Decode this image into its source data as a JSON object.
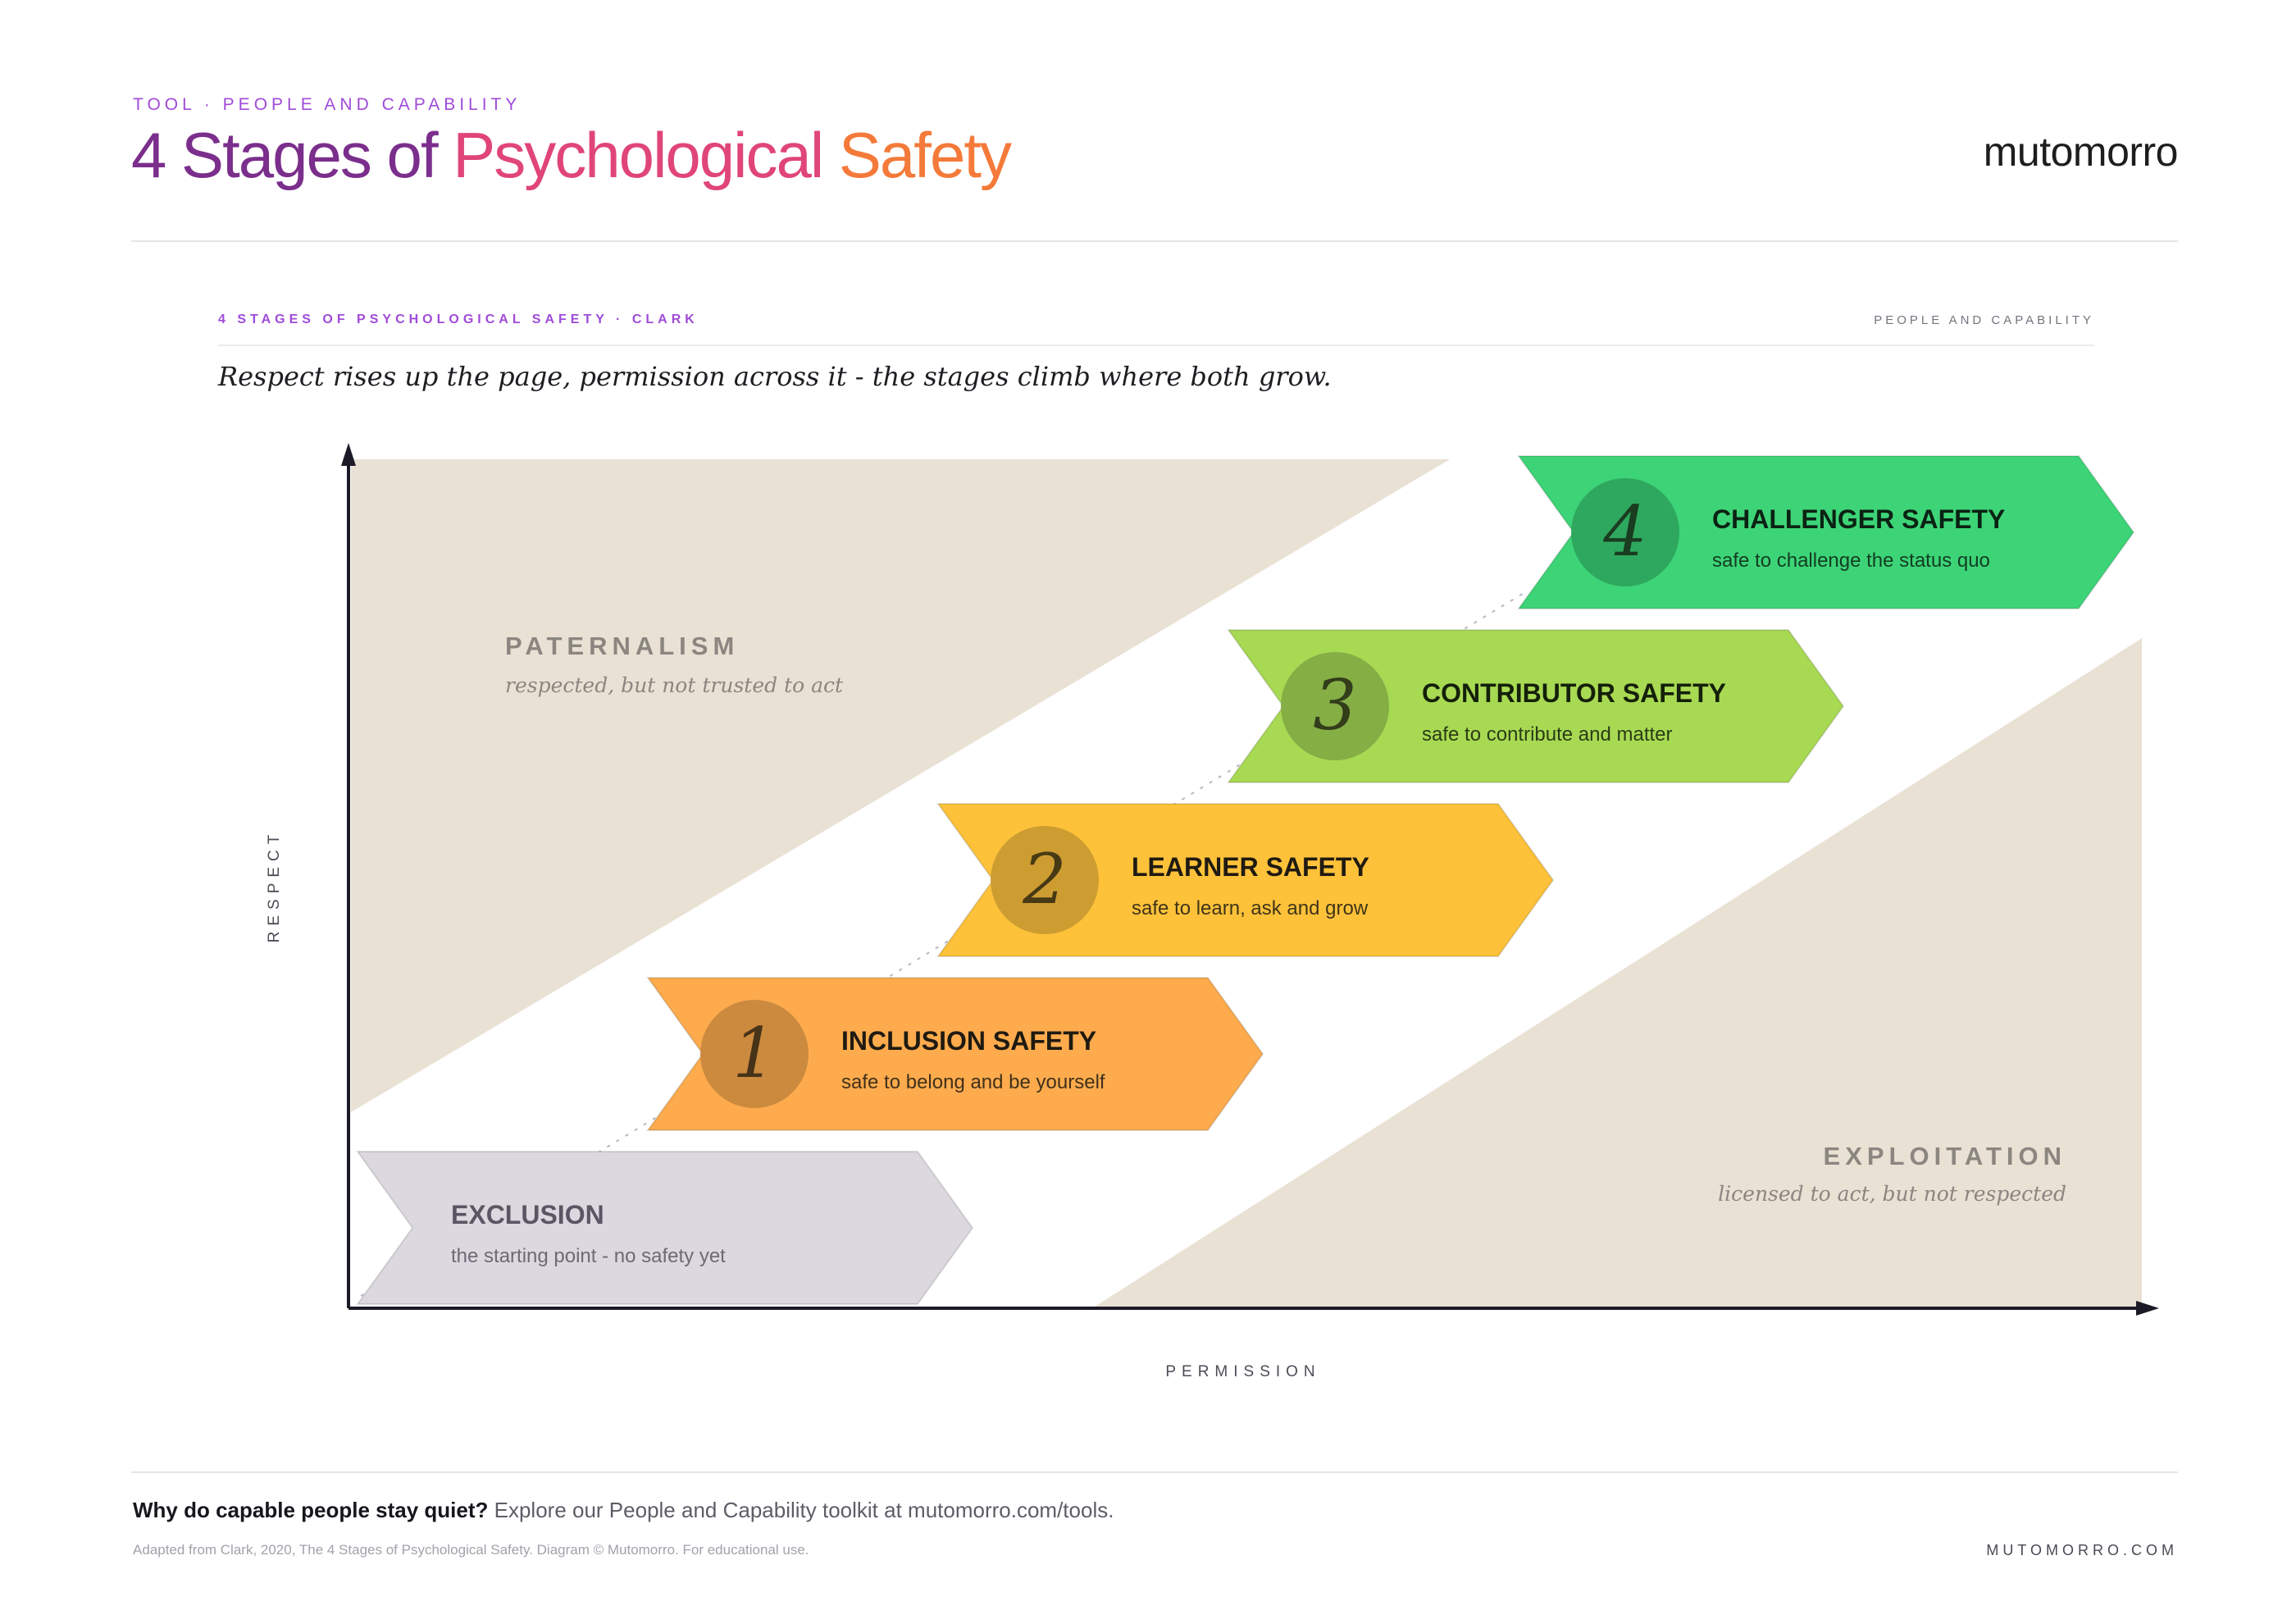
{
  "header": {
    "eyebrow": "TOOL · PEOPLE AND CAPABILITY",
    "title_parts": [
      "4 Stages of",
      "Psychological",
      "Safety"
    ],
    "brand": "mutomorro"
  },
  "card": {
    "head_left": "4 STAGES OF PSYCHOLOGICAL SAFETY · CLARK",
    "head_right": "PEOPLE AND CAPABILITY",
    "subtitle": "Respect rises up the page, permission across it - the stages climb where both grow."
  },
  "diagram": {
    "axes": {
      "y_label": "RESPECT",
      "x_label": "PERMISSION"
    },
    "zones": [
      {
        "key": "paternalism",
        "name": "PATERNALISM",
        "desc": "respected, but not trusted to act"
      },
      {
        "key": "exploitation",
        "name": "EXPLOITATION",
        "desc": "licensed to act, but not respected"
      }
    ],
    "stages": [
      {
        "number": "",
        "title": "EXCLUSION",
        "desc": "the starting point - no safety yet",
        "color": "#dcd8df",
        "badge_color": "",
        "text_color": "#5a5663"
      },
      {
        "number": "1",
        "title": "INCLUSION SAFETY",
        "desc": "safe to belong and be yourself",
        "color": "#fdab4d",
        "badge_color": "#cc8a3f",
        "text_color": "#1f1a12"
      },
      {
        "number": "2",
        "title": "LEARNER SAFETY",
        "desc": "safe to learn, ask and grow",
        "color": "#fdc23a",
        "badge_color": "#cd9d31",
        "text_color": "#1f1a12"
      },
      {
        "number": "3",
        "title": "CONTRIBUTOR SAFETY",
        "desc": "safe to contribute and matter",
        "color": "#a8d953",
        "badge_color": "#85ae45",
        "text_color": "#14200a"
      },
      {
        "number": "4",
        "title": "CHALLENGER SAFETY",
        "desc": "safe to challenge the status quo",
        "color": "#3dd477",
        "badge_color": "#2ea85e",
        "text_color": "#0b2213"
      }
    ],
    "colors": {
      "zone_fill": "#e9e1d4",
      "zone_text": "#8b8680",
      "axis": "#1c1a26"
    }
  },
  "footer": {
    "question": "Why do capable people stay quiet?",
    "cta": " Explore our People and Capability toolkit at mutomorro.com/tools.",
    "fineprint": "Adapted from Clark, 2020, The 4 Stages of Psychological Safety. Diagram © Mutomorro. For educational use.",
    "brand": "MUTOMORRO.COM"
  }
}
